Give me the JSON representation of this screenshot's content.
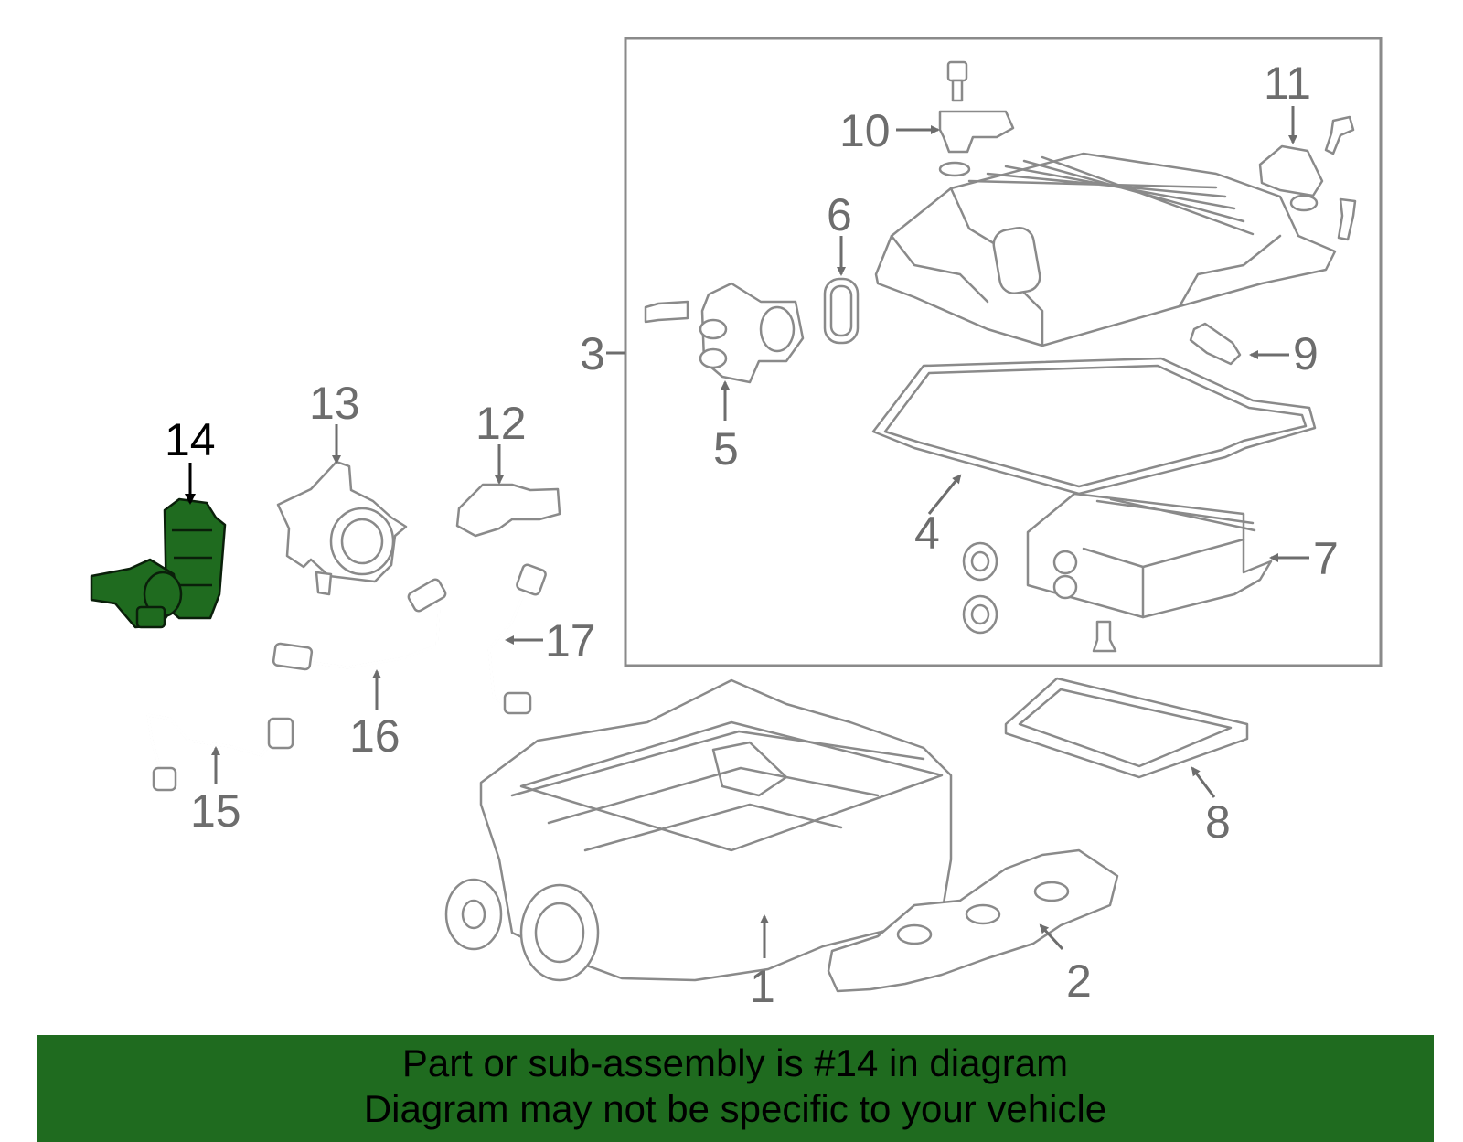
{
  "diagram": {
    "callouts": [
      {
        "id": "1",
        "label": "1"
      },
      {
        "id": "2",
        "label": "2"
      },
      {
        "id": "3",
        "label": "3"
      },
      {
        "id": "4",
        "label": "4"
      },
      {
        "id": "5",
        "label": "5"
      },
      {
        "id": "6",
        "label": "6"
      },
      {
        "id": "7",
        "label": "7"
      },
      {
        "id": "8",
        "label": "8"
      },
      {
        "id": "9",
        "label": "9"
      },
      {
        "id": "10",
        "label": "10"
      },
      {
        "id": "11",
        "label": "11"
      },
      {
        "id": "12",
        "label": "12"
      },
      {
        "id": "13",
        "label": "13"
      },
      {
        "id": "14",
        "label": "14"
      },
      {
        "id": "15",
        "label": "15"
      },
      {
        "id": "16",
        "label": "16"
      },
      {
        "id": "17",
        "label": "17"
      }
    ],
    "highlighted_part": "14",
    "colors": {
      "highlight": "#1f6b1f",
      "line": "#8a8a8a",
      "banner": "#1f6b1f"
    }
  },
  "banner": {
    "line1": "Part or sub-assembly is #14 in diagram",
    "line2": "Diagram may not be specific to your vehicle"
  }
}
